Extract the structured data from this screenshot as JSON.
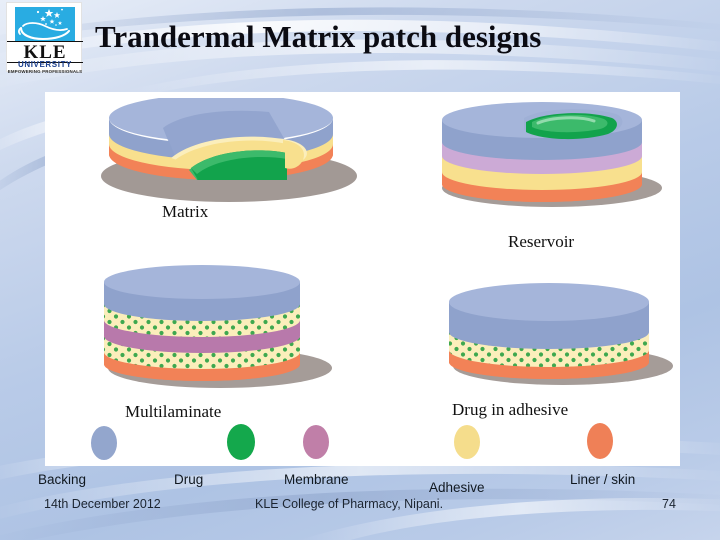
{
  "slide": {
    "title": "Trandermal Matrix patch designs",
    "logo": {
      "name": "KLE",
      "university": "UNIVERSITY",
      "tagline": "EMPOWERING PROFESSIONALS"
    }
  },
  "figures": [
    {
      "id": "matrix",
      "label": "Matrix"
    },
    {
      "id": "reservoir",
      "label": "Reservoir"
    },
    {
      "id": "multilaminate",
      "label": "Multilaminate"
    },
    {
      "id": "drug_in_adhesive",
      "label": "Drug in adhesive"
    }
  ],
  "legend": [
    {
      "label": "Backing",
      "color": "#93a6cd"
    },
    {
      "label": "Drug",
      "color": "#14a84c"
    },
    {
      "label": "Membrane",
      "color": "#c07fa8"
    },
    {
      "label": "Adhesive",
      "color": "#f5dd8c"
    },
    {
      "label": "Liner / skin",
      "color": "#ef8057"
    }
  ],
  "footer": {
    "date": "14th December 2012",
    "organisation": "KLE College of Pharmacy, Nipani.",
    "page": "74"
  },
  "colors": {
    "backing": "#8fa2cc",
    "backing_top": "#a5b5da",
    "drug": "#12a34c",
    "drug_light": "#3cba6b",
    "membrane": "#b879ab",
    "adhesive": "#f8e08e",
    "adhesive_pale": "#fbeebb",
    "liner": "#f28257",
    "shadow": "#8e837e"
  }
}
